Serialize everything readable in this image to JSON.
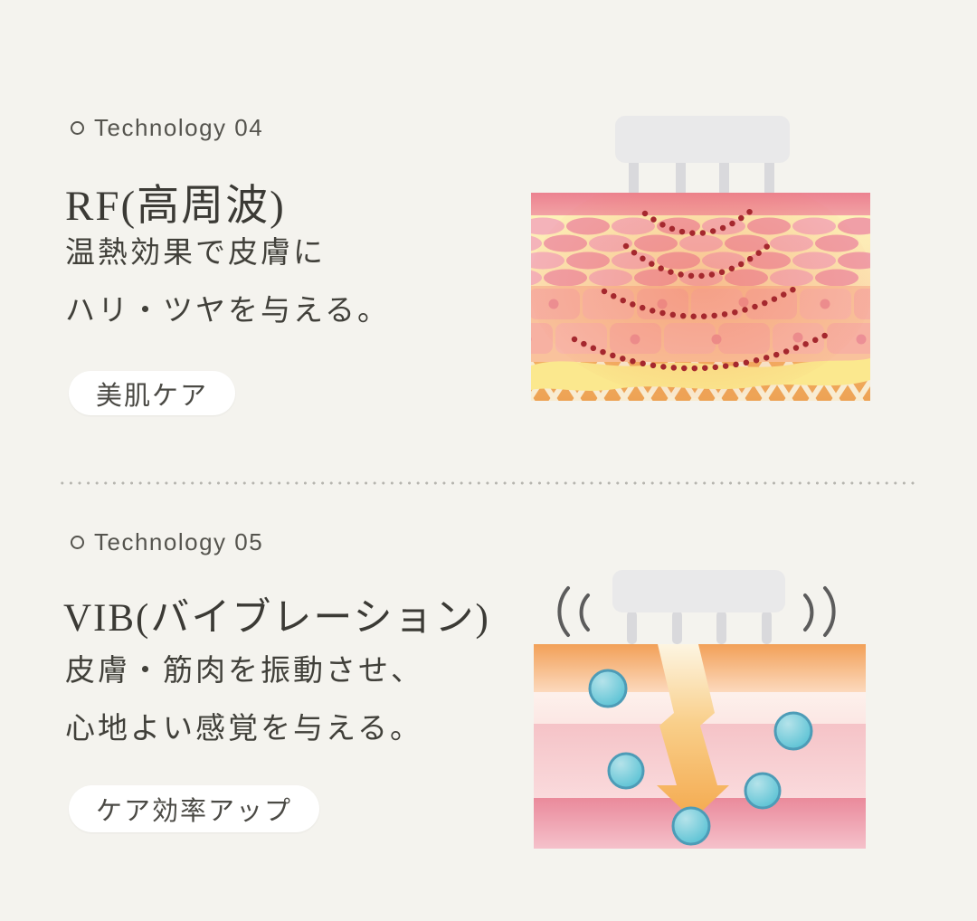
{
  "page": {
    "bg_color": "#f4f3ee",
    "text_color": "#41403a",
    "accent_dot_red": "#a5282e",
    "badge_bg": "#ffffff"
  },
  "sections": [
    {
      "eyebrow": "Technology 04",
      "title": "RF(高周波)",
      "desc_lines": [
        "温熱効果で皮膚に",
        "ハリ・ツヤを与える。"
      ],
      "badge": "美肌ケア",
      "illustration": "rf-skin-layers-diagram",
      "colors": {
        "epidermis": "#ef8a97",
        "cell_layer_bg": "#fcf0b6",
        "cell_oval": "#f2a7ae",
        "brick_layer_bg": "#f9c29c",
        "brick": "#f7b1a2",
        "wave_yellow": "#fbe88e",
        "lattice_orange": "#f1ab5f",
        "wave_dots": "#a5282e",
        "device_grey": "#e9e9ea"
      }
    },
    {
      "eyebrow": "Technology 05",
      "title": "VIB(バイブレーション)",
      "desc_lines": [
        "皮膚・筋肉を振動させ、",
        "心地よい感覚を与える。"
      ],
      "badge": "ケア効率アップ",
      "illustration": "vibration-skin-diagram",
      "colors": {
        "band_orange": "#f2a058",
        "band_light": "#fdf1ec",
        "band_pink": "#f5c3c7",
        "band_dark_pink": "#ea8a9b",
        "arrow_orange": "#f4a94e",
        "bubble_blue": "#5fc3d4",
        "bubble_stroke": "#4d9cb7",
        "vibration_marks": "#5c5c5c",
        "device_grey": "#e9e9ea"
      }
    }
  ]
}
